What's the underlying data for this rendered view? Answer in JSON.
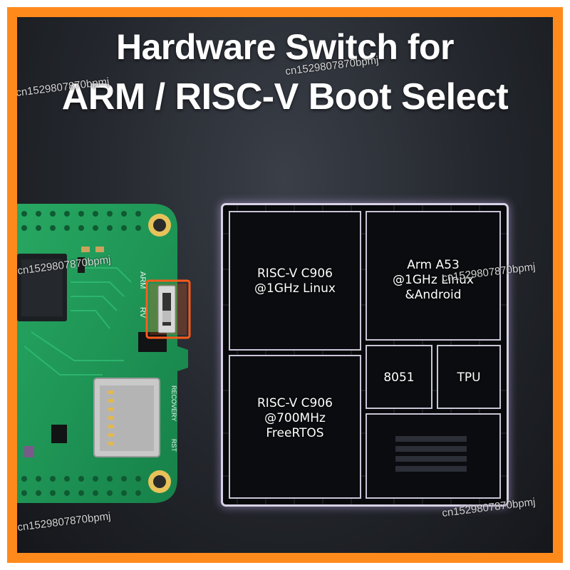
{
  "headline": {
    "line1": "Hardware Switch for",
    "line2": "ARM / RISC-V Boot Select"
  },
  "board": {
    "switch_top_label": "ARM",
    "switch_bottom_label": "RV",
    "recovery_label": "RECOVERY",
    "rst_label": "RST"
  },
  "chip": {
    "blocks": [
      {
        "label_1": "RISC-V C906",
        "label_2": "@1GHz Linux",
        "label_3": ""
      },
      {
        "label_1": "Arm A53",
        "label_2": "@1GHz Linux",
        "label_3": "&Android"
      },
      {
        "label_1": "8051"
      },
      {
        "label_1": "TPU"
      },
      {
        "label_1": "RISC-V C906",
        "label_2": "@700MHz",
        "label_3": "FreeRTOS"
      }
    ]
  },
  "watermark": "cn1529807870bpmj",
  "colors": {
    "border": "#ff8a1c",
    "background": "#23262c",
    "pcb": "#1f9a57",
    "chip_glow": "#d8d2e6",
    "switch_highlight": "#ff5a1a"
  }
}
